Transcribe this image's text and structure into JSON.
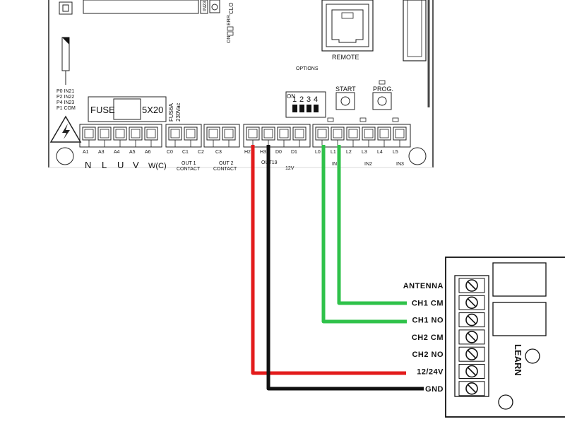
{
  "board": {
    "inputs_left": [
      "P0 IN21",
      "P2 IN22",
      "P4 IN23",
      "P1 COM"
    ],
    "fuse_label": "FUSE",
    "fuse_rating": "5X20",
    "fuse_value_1": "FUS6A",
    "fuse_value_2": "230Vac",
    "remote_label": "REMOTE",
    "options_label": "OPTIONS",
    "start_label": "START",
    "prog_label": "PROG.",
    "dip_numbers": [
      "1",
      "2",
      "3",
      "4"
    ],
    "err_label": "ERR.",
    "on_label": "ON",
    "in23_label": "IN23",
    "clo_label": "CLO",
    "terminal_labels": [
      "A1",
      "A3",
      "A4",
      "A5",
      "A6",
      "C0",
      "C1",
      "C2",
      "C3",
      "H2",
      "H3",
      "D0",
      "D1",
      "L0",
      "L1",
      "L2",
      "L3",
      "L4",
      "L5"
    ],
    "motor_labels": [
      "N",
      "L",
      "U",
      "V",
      "W(C)"
    ],
    "out1_label": "OUT 1",
    "out2_label": "OUT 2",
    "contact_label": "CONTACT",
    "out19_label": "OUT19",
    "voltage_label": "12V",
    "in_label": "IN",
    "in2_label": "IN2",
    "in3_label": "IN3"
  },
  "receiver": {
    "terminals": [
      "ANTENNA",
      "CH1 CM",
      "CH1 NO",
      "CH2 CM",
      "CH2 NO",
      "12/24V",
      "GND"
    ],
    "learn_label": "LEARN"
  },
  "wires": [
    {
      "from": "H2",
      "to": "12/24V",
      "color": "#e31b1b"
    },
    {
      "from": "H3",
      "to": "GND",
      "color": "#111111"
    },
    {
      "from": "L0",
      "to": "CH1 NO",
      "color": "#2fc24a"
    },
    {
      "from": "L1",
      "to": "CH1 CM",
      "color": "#2fc24a"
    }
  ]
}
